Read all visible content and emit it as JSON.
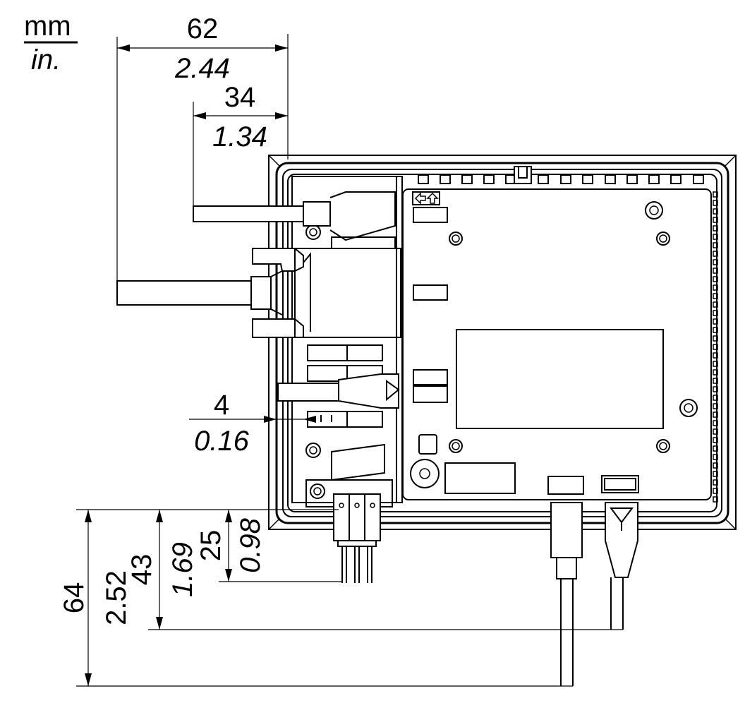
{
  "units": {
    "top": "mm",
    "bottom": "in."
  },
  "dimensions": {
    "width_62": {
      "mm": "62",
      "in": "2.44"
    },
    "width_34": {
      "mm": "34",
      "in": "1.34"
    },
    "clearance_4": {
      "mm": "4",
      "in": "0.16"
    },
    "height_64": {
      "mm": "64",
      "in": "2.52"
    },
    "height_43": {
      "mm": "43",
      "in": "1.69"
    },
    "height_25": {
      "mm": "25",
      "in": "0.98"
    }
  },
  "icons": [
    "arrow-left-icon",
    "arrow-up-icon",
    "screw-icon"
  ]
}
